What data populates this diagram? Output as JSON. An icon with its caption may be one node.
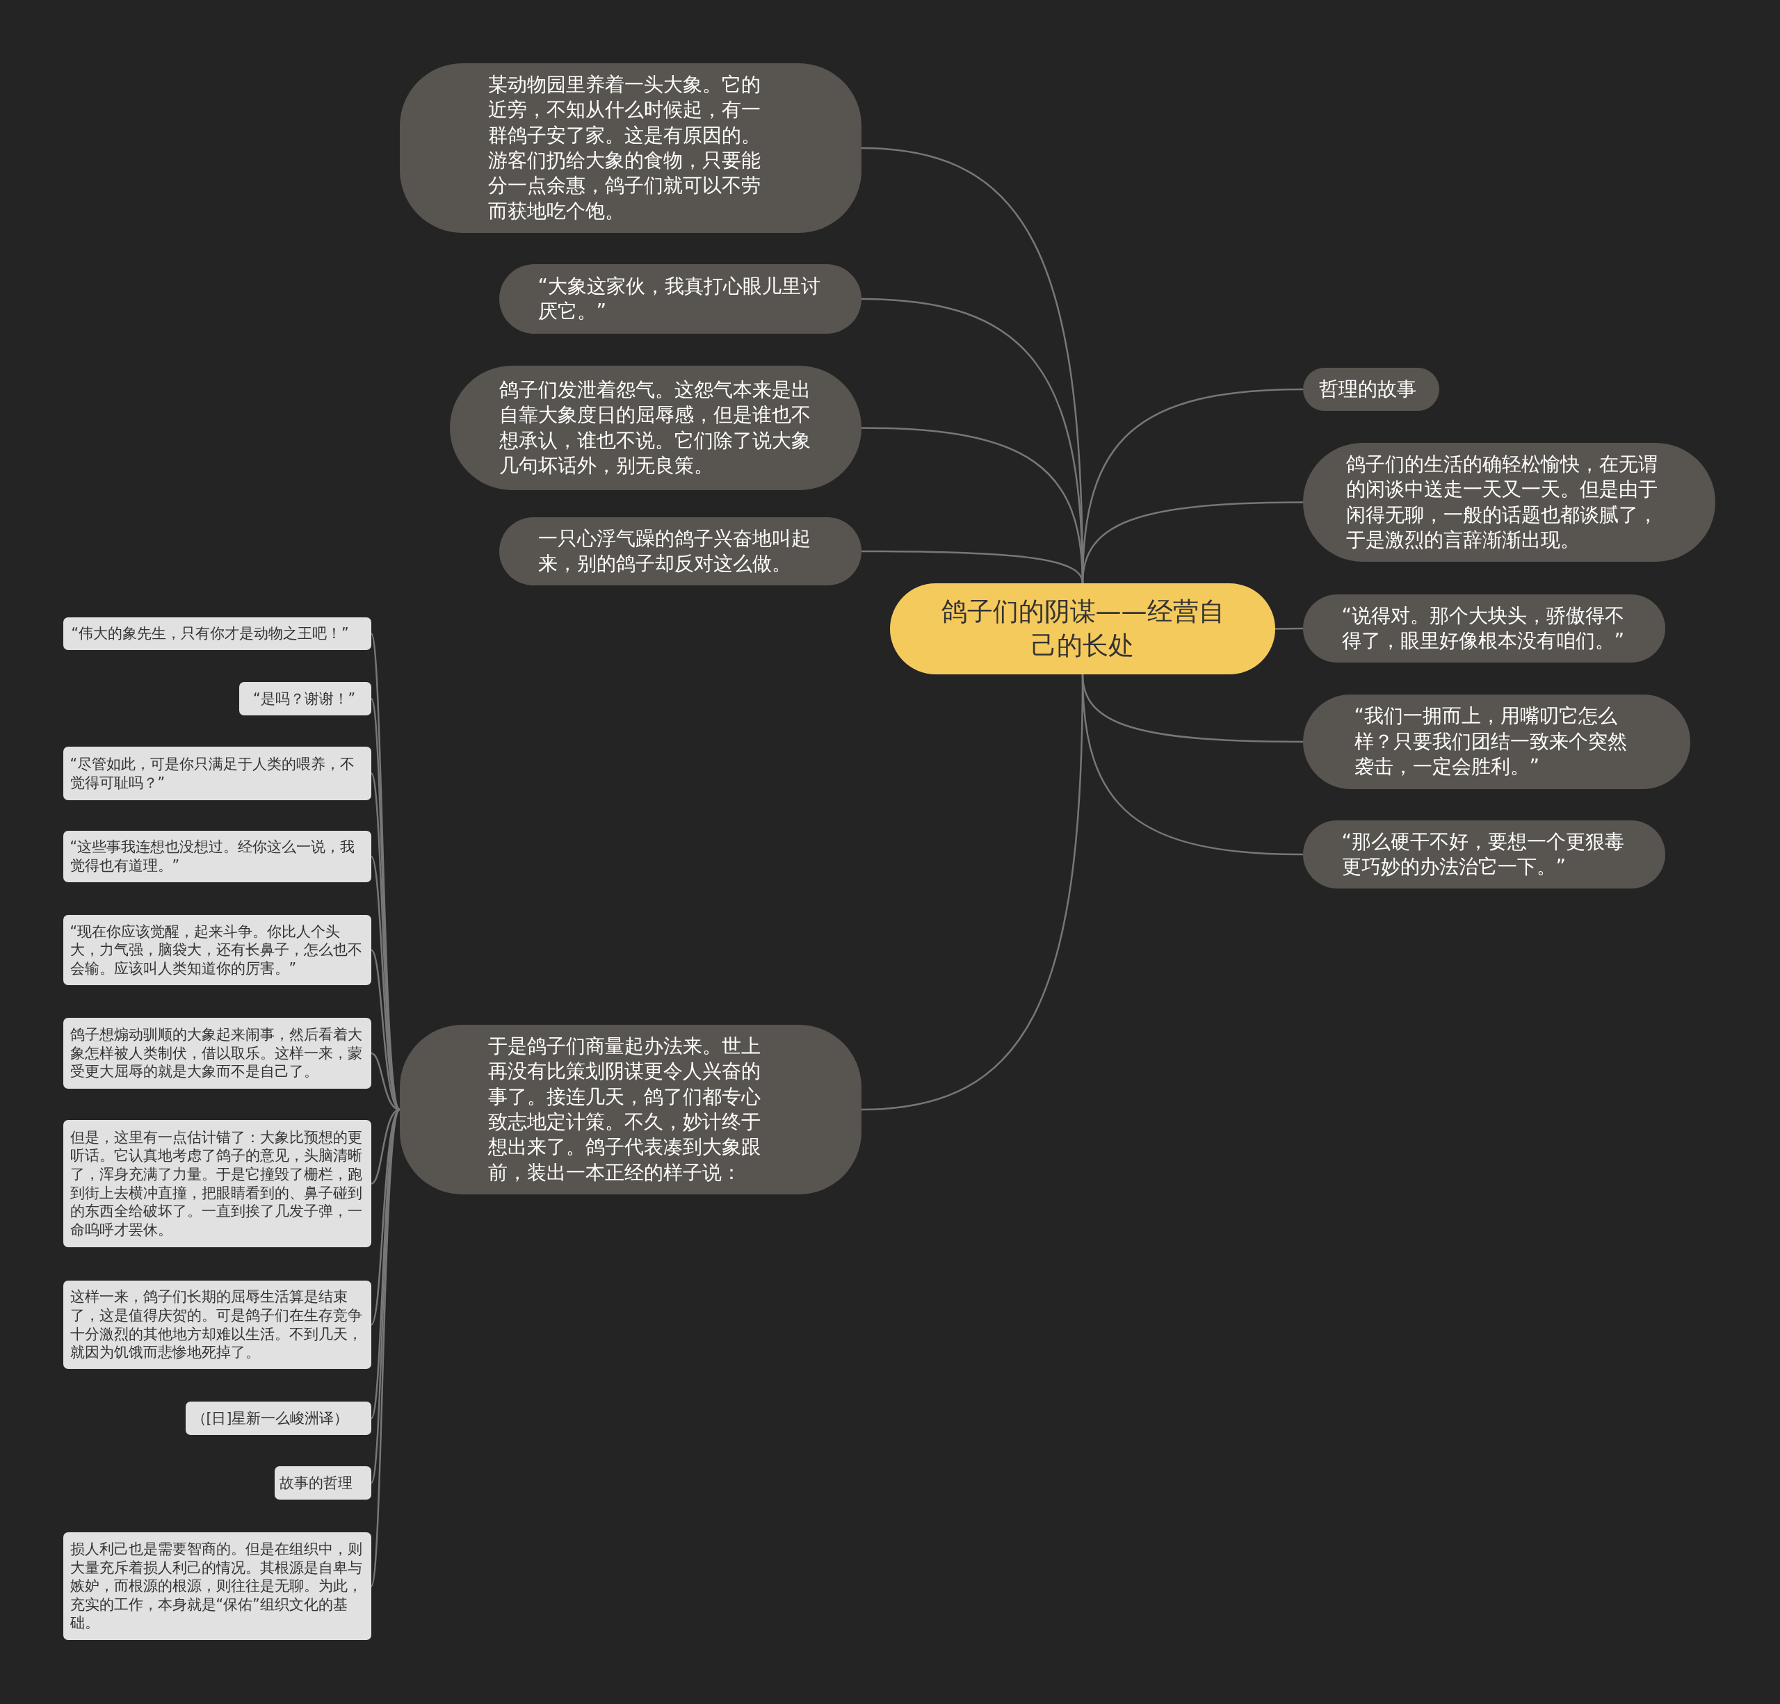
{
  "diagram": {
    "nodes": [
      {
        "text": [
          "鸽子们的阴谋——经营自己的长处"
        ]
      },
      {
        "text": [
          "某动物园里养着一头大象。它的近旁，不知从什么时候起，有一群鸽子安了家。这是有原因的。游客们扔给大象的食物，只要能分一点余惠，鸽子们就可以不劳而获地吃个饱。"
        ]
      },
      {
        "text": [
          "“大象这家伙，我真打心眼儿里讨厌它。”"
        ]
      },
      {
        "text": [
          "鸽子们发泄着怨气。这怨气本来是出自靠大象度日的屈辱感，但是谁也不想承认，谁也不说。它们除了说大象几句坏话外，别无良策。"
        ]
      },
      {
        "text": [
          "一只心浮气躁的鸽子兴奋地叫起来，别的鸽子却反对这么做。"
        ]
      },
      {
        "text": [
          "哲理的故事"
        ]
      },
      {
        "text": [
          "鸽子们的生活的确轻松愉快，在无谓的闲谈中送走一天又一天。但是由于闲得无聊，一般的话题也都谈腻了，于是激烈的言辞渐渐出现。"
        ]
      },
      {
        "text": [
          "“说得对。那个大块头，骄傲得不得了，眼里好像根本没有咱们。”"
        ]
      },
      {
        "text": [
          "“我们一拥而上，用嘴叨它怎么样？只要我们团结一致来个突然袭击，一定会胜利。”"
        ]
      },
      {
        "text": [
          "“那么硬干不好，要想一个更狠毒更巧妙的办法治它一下。”"
        ]
      },
      {
        "text": [
          "于是鸽子们商量起办法来。世上再没有比策划阴谋更令人兴奋的事了。接连几天，鸽了们都专心致志地定计策。不久，妙计终于想出来了。鸽子代表凑到大象跟前，装出一本正经的样子说："
        ]
      },
      {
        "text": [
          "“伟大的象先生，只有你才是动物之王吧！”"
        ]
      },
      {
        "text": [
          "“是吗？谢谢！”"
        ]
      },
      {
        "text": [
          "“尽管如此，可是你只满足于人类的喂养，不觉得可耻吗？”"
        ]
      },
      {
        "text": [
          "“这些事我连想也没想过。经你这么一说，我觉得也有道理。”"
        ]
      },
      {
        "text": [
          "“现在你应该觉醒，起来斗争。你比人个头大，力气强，脑袋大，还有长鼻子，怎么也不会输。应该叫人类知道你的厉害。”"
        ]
      },
      {
        "text": [
          "鸽子想煽动驯顺的大象起来闹事，然后看着大象怎样被人类制伏，借以取乐。这样一来，蒙受更大屈辱的就是大象而不是自己了。"
        ]
      },
      {
        "text": [
          "但是，这里有一点估计错了：大象比预想的更听话。它认真地考虑了鸽子的意见，头脑清晰了，浑身充满了力量。于是它撞毁了栅栏，跑到街上去横冲直撞，把眼睛看到的、鼻子碰到的东西全给破坏了。一直到挨了几发子弹，一命呜呼才罢休。"
        ]
      },
      {
        "text": [
          "这样一来，鸽子们长期的屈辱生活算是结束了，这是值得庆贺的。可是鸽子们在生存竞争十分激烈的其他地方却难以生活。不到几天，就因为饥饿而悲惨地死掉了。"
        ]
      },
      {
        "text": [
          "（[日]星新一么峻洲译）"
        ]
      },
      {
        "text": [
          "故事的哲理"
        ]
      },
      {
        "text": [
          "损人利己也是需要智商的。但是在组织中，则大量充斥着损人利己的情况。其根源是自卑与嫉妒，而根源的根源，则往往是无聊。为此，充实的工作，本身就是“保佑”组织文化的基础。"
        ]
      }
    ],
    "edges": [
      {
        "from": 0,
        "to": 1,
        "arrow": "none"
      },
      {
        "from": 0,
        "to": 2,
        "arrow": "none"
      },
      {
        "from": 0,
        "to": 3,
        "arrow": "none"
      },
      {
        "from": 0,
        "to": 4,
        "arrow": "none"
      },
      {
        "from": 0,
        "to": 5,
        "arrow": "none"
      },
      {
        "from": 0,
        "to": 6,
        "arrow": "none"
      },
      {
        "from": 0,
        "to": 7,
        "arrow": "none"
      },
      {
        "from": 0,
        "to": 8,
        "arrow": "none"
      },
      {
        "from": 0,
        "to": 9,
        "arrow": "none"
      },
      {
        "from": 0,
        "to": 10,
        "arrow": "none"
      },
      {
        "from": 10,
        "to": 11,
        "arrow": "none"
      },
      {
        "from": 10,
        "to": 12,
        "arrow": "none"
      },
      {
        "from": 10,
        "to": 13,
        "arrow": "none"
      },
      {
        "from": 10,
        "to": 14,
        "arrow": "none"
      },
      {
        "from": 10,
        "to": 15,
        "arrow": "none"
      },
      {
        "from": 10,
        "to": 16,
        "arrow": "none"
      },
      {
        "from": 10,
        "to": 17,
        "arrow": "none"
      },
      {
        "from": 10,
        "to": 18,
        "arrow": "none"
      },
      {
        "from": 10,
        "to": 19,
        "arrow": "none"
      },
      {
        "from": 10,
        "to": 20,
        "arrow": "none"
      },
      {
        "from": 10,
        "to": 21,
        "arrow": "none"
      }
    ]
  }
}
